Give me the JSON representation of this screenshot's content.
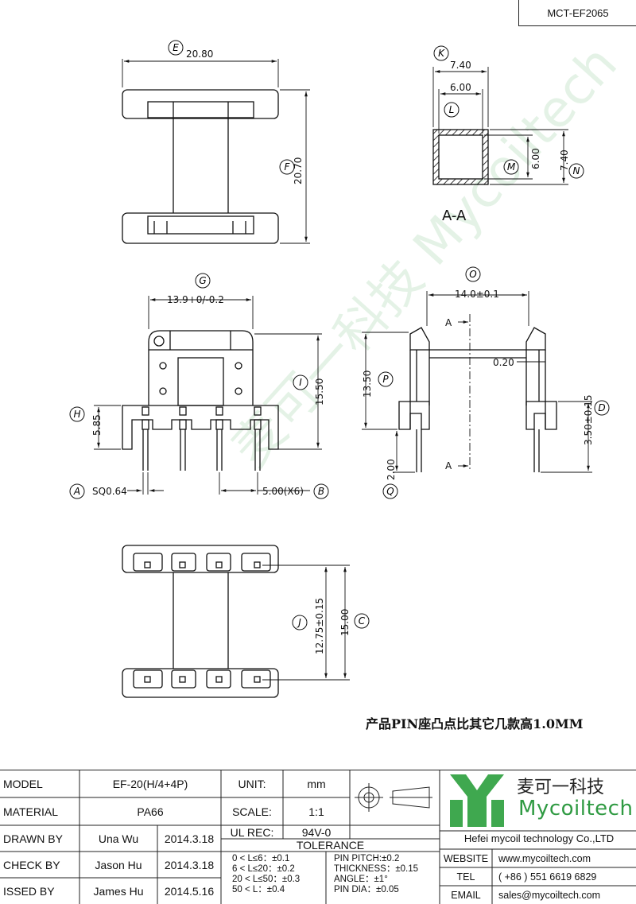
{
  "title": "MCT-EF2065",
  "note": "产品PIN座凸点比其它几款高1.0MM",
  "section_label": "A-A",
  "section_marks": [
    "A",
    "A"
  ],
  "watermark": "麦可一科技 Mycoiltech",
  "dimensions": {
    "E": "20.80",
    "F": "20.70",
    "K": "7.40",
    "L": "6.00",
    "M": "6.00",
    "N": "7.40",
    "G": "13.9+0/-0.2",
    "H": "5.85",
    "I": "15.50",
    "A": "SQ0.64",
    "B": "5.00(X6)",
    "O": "14.0±0.1",
    "P": "13.50",
    "D": "3.50±0.15",
    "Q": "2.00",
    "R": "0.20",
    "J": "12.75±0.15",
    "C": "15.00"
  },
  "labels": [
    "E",
    "F",
    "K",
    "L",
    "M",
    "N",
    "G",
    "H",
    "I",
    "A",
    "B",
    "O",
    "P",
    "D",
    "Q",
    "J",
    "C"
  ],
  "titleblock": {
    "model_label": "MODEL",
    "model_value": "EF-20(H/4+4P)",
    "material_label": "MATERIAL",
    "material_value": "PA66",
    "drawn_label": "DRAWN BY",
    "drawn_name": "Una Wu",
    "drawn_date": "2014.3.18",
    "check_label": "CHECK BY",
    "check_name": "Jason Hu",
    "check_date": "2014.3.18",
    "issued_label": "ISSED BY",
    "issued_name": "James Hu",
    "issued_date": "2014.5.16",
    "unit_label": "UNIT:",
    "unit_value": "mm",
    "scale_label": "SCALE:",
    "scale_value": "1:1",
    "ul_label": "UL REC:",
    "ul_value": "94V-0",
    "tolerance_label": "TOLERANCE",
    "tol_left": [
      "0 < L≤6：±0.1",
      "6 < L≤20：±0.2",
      "20 < L≤50：±0.3",
      "50 < L：±0.4"
    ],
    "tol_right": [
      "PIN PITCH:±0.2",
      "THICKNESS：±0.15",
      "ANGLE：±1°",
      "PIN DIA：±0.05"
    ],
    "logo_cn": "麦可一科技",
    "logo_en": "Mycoiltech",
    "company": "Hefei mycoil technology Co.,LTD",
    "website_label": "WEBSITE",
    "website": "www.mycoiltech.com",
    "tel_label": "TEL",
    "tel": "( +86 ) 551 6619 6829",
    "email_label": "EMAIL",
    "email": "sales@mycoiltech.com"
  },
  "colors": {
    "line": "#111111",
    "watermark": "#cfe9d3",
    "brand": "#2f9a42"
  }
}
